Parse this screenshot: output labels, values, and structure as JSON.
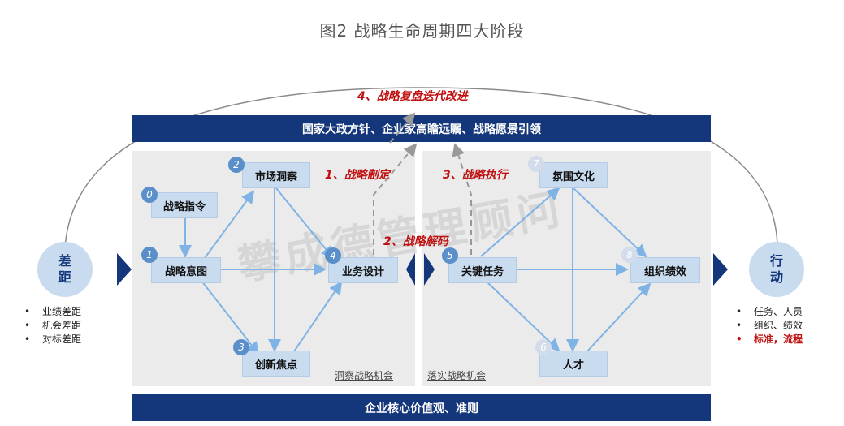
{
  "title": "图2  战略生命周期四大阶段",
  "top_banner": "国家大政方针、企业家高瞻远瞩、战略愿景引领",
  "bottom_banner": "企业核心价值观、准则",
  "stage_labels": {
    "s1": "1、战略制定",
    "s2": "2、战略解码",
    "s3": "3、战略执行",
    "s4": "4、战略复盘迭代改进"
  },
  "left_circle": "差\n距",
  "right_circle": "行\n动",
  "left_bullets": [
    "业绩差距",
    "机会差距",
    "对标差距"
  ],
  "right_bullets": [
    "任务、人员",
    "组织、绩效",
    "标准，流程"
  ],
  "left_panel_label": "洞察战略机会",
  "right_panel_label": "落实战略机会",
  "watermark": "攀成德管理顾问",
  "nodes": [
    {
      "num": "0",
      "label": "战略指令"
    },
    {
      "num": "1",
      "label": "战略意图"
    },
    {
      "num": "2",
      "label": "市场洞察"
    },
    {
      "num": "3",
      "label": "创新焦点"
    },
    {
      "num": "4",
      "label": "业务设计"
    },
    {
      "num": "5",
      "label": "关键任务"
    },
    {
      "num": "6",
      "label": "人才"
    },
    {
      "num": "7",
      "label": "氛围文化"
    },
    {
      "num": "8",
      "label": "组织绩效"
    }
  ],
  "colors": {
    "navy": "#14367a",
    "node": "#c9dcef",
    "arrow": "#7fb2e5",
    "red": "#c01010"
  }
}
